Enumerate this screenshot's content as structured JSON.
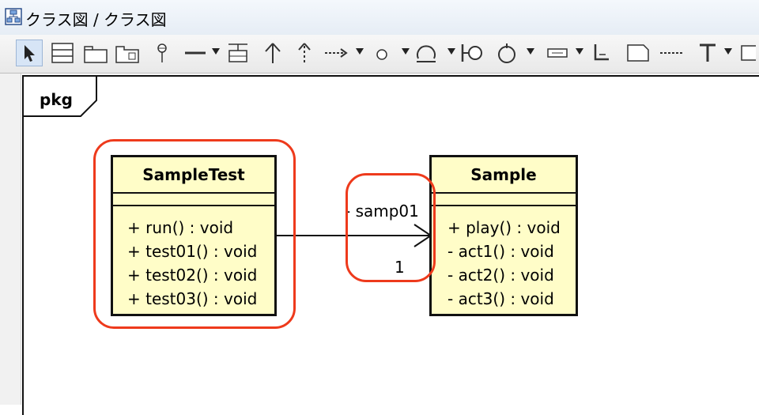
{
  "window": {
    "title": "クラス図 / クラス図"
  },
  "toolbar": {
    "tools": [
      {
        "name": "select-tool-icon",
        "glyph": "➤"
      },
      {
        "name": "class-tool-icon",
        "glyph": "☰"
      },
      {
        "name": "package-tool-icon",
        "glyph": "▭"
      },
      {
        "name": "subsystem-tool-icon",
        "glyph": "⊡"
      },
      {
        "name": "pin-tool-icon",
        "glyph": "⚲"
      },
      {
        "name": "association-tool-icon",
        "glyph": "━"
      },
      {
        "name": "aggregation-tool-icon",
        "glyph": "⊤"
      },
      {
        "name": "generalization-tool-icon",
        "glyph": "⇡"
      },
      {
        "name": "realization-tool-icon",
        "glyph": "⇣"
      },
      {
        "name": "dependency-tool-icon",
        "glyph": "⇢"
      },
      {
        "name": "circle-tool-icon",
        "glyph": "○"
      },
      {
        "name": "interface-tool-icon",
        "glyph": "Ω"
      },
      {
        "name": "required-interface-tool-icon",
        "glyph": "⊢"
      },
      {
        "name": "cycle-tool-icon",
        "glyph": "↻"
      },
      {
        "name": "field-tool-icon",
        "glyph": "▭"
      },
      {
        "name": "anchor-tool-icon",
        "glyph": "┗"
      },
      {
        "name": "note-tool-icon",
        "glyph": "◻"
      },
      {
        "name": "note-link-tool-icon",
        "glyph": "┈"
      },
      {
        "name": "text-tool-icon",
        "glyph": "T"
      }
    ]
  },
  "diagram": {
    "frame_label": "pkg",
    "classes": {
      "sample_test": {
        "name": "SampleTest",
        "operations": [
          "+ run() : void",
          "+ test01() : void",
          "+ test02() : void",
          "+ test03() : void"
        ]
      },
      "sample": {
        "name": "Sample",
        "operations": [
          "+ play() : void",
          "- act1() : void",
          "- act2() : void",
          "- act3() : void"
        ]
      }
    },
    "association": {
      "role": "- samp01",
      "multiplicity": "1"
    }
  },
  "colors": {
    "class_fill": "#fffdc8",
    "highlight": "#ee3a1c",
    "line": "#111111"
  }
}
